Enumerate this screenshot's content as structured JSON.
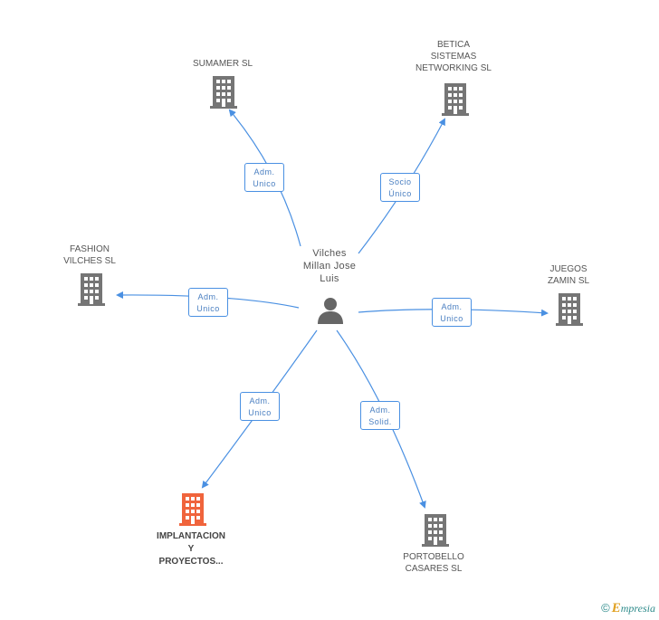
{
  "colors": {
    "edge": "#4a90e2",
    "building": "#757575",
    "building_highlight": "#f0643c",
    "person": "#666666"
  },
  "person": {
    "icon": "person-icon",
    "name_lines": [
      "Vilches",
      "Millan Jose",
      "Luis"
    ]
  },
  "companies": [
    {
      "id": "sumamer",
      "icon": "building-icon",
      "lines": [
        "SUMAMER  SL"
      ],
      "highlight": false
    },
    {
      "id": "betica",
      "icon": "building-icon",
      "lines": [
        "BETICA",
        "SISTEMAS",
        "NETWORKING SL"
      ],
      "highlight": false
    },
    {
      "id": "fashion",
      "icon": "building-icon",
      "lines": [
        "FASHION",
        "VILCHES SL"
      ],
      "highlight": false
    },
    {
      "id": "juegos",
      "icon": "building-icon",
      "lines": [
        "JUEGOS",
        "ZAMIN SL"
      ],
      "highlight": false
    },
    {
      "id": "implantacion",
      "icon": "building-icon",
      "lines": [
        "IMPLANTACION",
        "Y",
        "PROYECTOS..."
      ],
      "highlight": true
    },
    {
      "id": "portobello",
      "icon": "building-icon",
      "lines": [
        "PORTOBELLO",
        "CASARES SL"
      ],
      "highlight": false
    }
  ],
  "edges": [
    {
      "target": "sumamer",
      "lines": [
        "Adm.",
        "Unico"
      ]
    },
    {
      "target": "betica",
      "lines": [
        "Socio",
        "Único"
      ]
    },
    {
      "target": "fashion",
      "lines": [
        "Adm.",
        "Unico"
      ]
    },
    {
      "target": "juegos",
      "lines": [
        "Adm.",
        "Unico"
      ]
    },
    {
      "target": "implantacion",
      "lines": [
        "Adm.",
        "Unico"
      ]
    },
    {
      "target": "portobello",
      "lines": [
        "Adm.",
        "Solid."
      ]
    }
  ],
  "watermark": {
    "copyright": "©",
    "brand_initial": "E",
    "brand_rest": "mpresia"
  }
}
